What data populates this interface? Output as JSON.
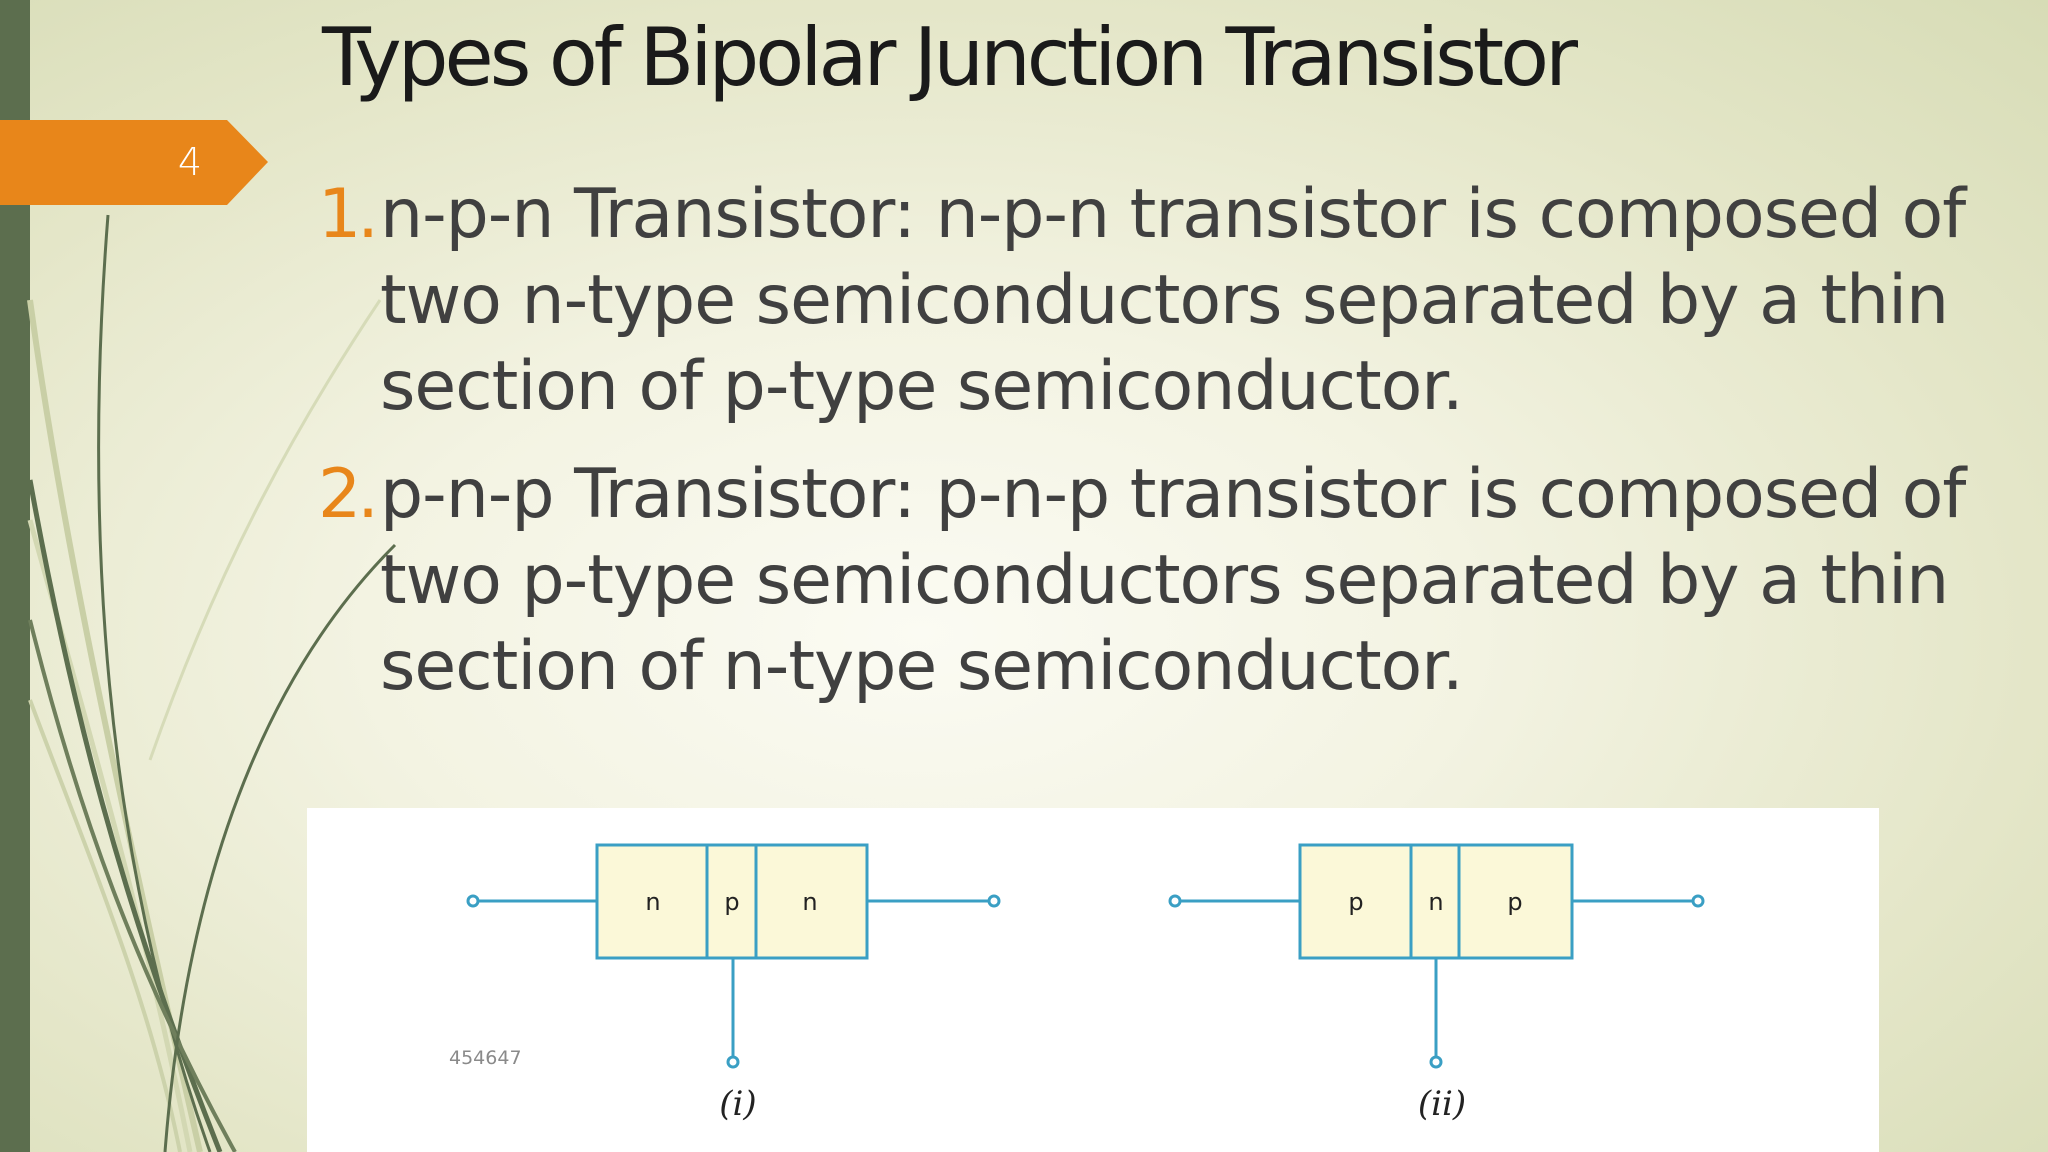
{
  "slide": {
    "number": "4",
    "title": "Types of Bipolar Junction Transistor",
    "items": [
      {
        "num": "1.",
        "text": "n-p-n Transistor: n-p-n transistor is composed of two n-type semiconductors separated by a thin section of p-type semiconductor."
      },
      {
        "num": "2.",
        "text": "p-n-p Transistor: p-n-p transistor is composed of two p-type semiconductors separated by a thin section of n-type semiconductor."
      }
    ]
  },
  "diagram": {
    "npn": {
      "left": "n",
      "middle": "p",
      "right": "n",
      "caption": "(i)"
    },
    "pnp": {
      "left": "p",
      "middle": "n",
      "right": "p",
      "caption": "(ii)"
    },
    "watermark": "454647"
  },
  "colors": {
    "accent": "#e8861a",
    "side_bar": "#5c6e4e",
    "wire": "#3a9fc4",
    "region_fill": "#fbf8d8"
  }
}
